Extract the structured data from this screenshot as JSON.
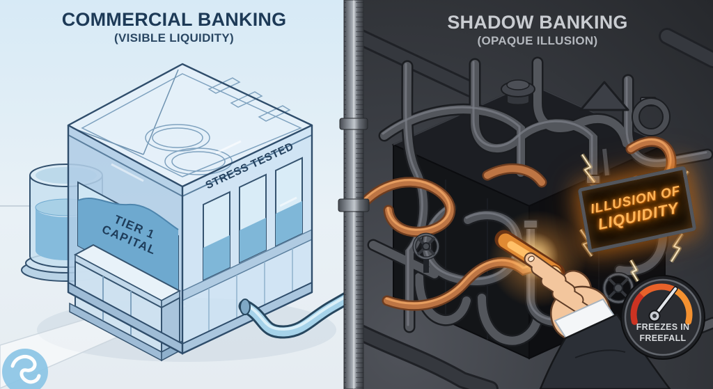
{
  "left_panel": {
    "title": "COMMERCIAL BANKING",
    "subtitle": "(VISIBLE LIQUIDITY)",
    "building": {
      "tier_label_line1": "TIER 1",
      "tier_label_line2": "CAPITAL",
      "stress_label": "STRESS TESTED"
    }
  },
  "right_panel": {
    "title": "SHADOW BANKING",
    "subtitle": "(OPAQUE ILLUSION)",
    "neon_sign": {
      "line1": "ILLUSION OF",
      "line2": "LIQUIDITY"
    },
    "gauge": {
      "line1": "FREEZES IN",
      "line2": "FREEFALL"
    }
  },
  "icons": {
    "watermark": "brand-squiggle-badge",
    "valve": "valve-wheel",
    "lightning": "lightning-bolt",
    "gauge": "pressure-gauge"
  },
  "colors": {
    "left_background": "#dcebf5",
    "heading_navy": "#1d3a57",
    "glass_blue": "#c9dff0",
    "water_blue": "#7fb3d6",
    "pipe_blue": "#a6d3ea",
    "right_background": "#33363c",
    "heading_silver": "#c9ccd1",
    "pipe_gray": "#53565c",
    "copper": "#bd7544",
    "neon_orange": "#ffb65a",
    "gauge_red": "#cc3322",
    "gauge_orange": "#f49130",
    "skin": "#f3c69d",
    "suit": "#2b2f36"
  }
}
